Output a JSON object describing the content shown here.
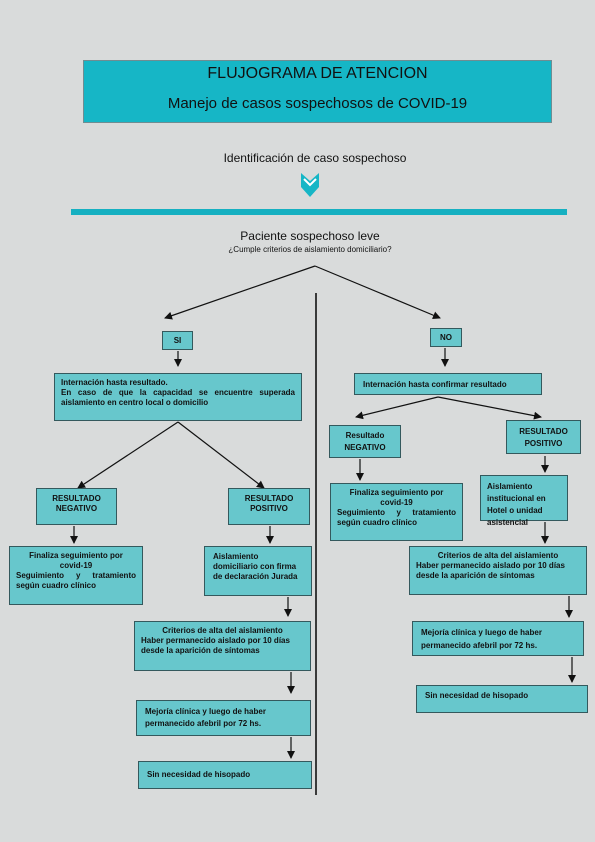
{
  "header": {
    "title": "FLUJOGRAMA DE ATENCION",
    "subtitle": "Manejo de casos sospechosos de COVID-19"
  },
  "identification": "Identificación de caso sospechoso",
  "question": {
    "title": "Paciente sospechoso leve",
    "subtitle": "¿Cumple criterios de aislamiento domiciliario?"
  },
  "left": {
    "label": "SI",
    "internacion": {
      "line1": "Internación hasta resultado.",
      "line2": "En caso de que la capacidad se encuentre superada aislamiento en centro local o domicilio"
    },
    "negativo": {
      "line1": "RESULTADO",
      "line2": "NEGATIVO"
    },
    "positivo": {
      "line1": "RESULTADO",
      "line2": "POSITIVO"
    },
    "finaliza": {
      "line1": "Finaliza seguimiento por",
      "line2": "covid-19",
      "line3": "Seguimiento y tratamiento según cuadro clínico"
    },
    "aislamiento": "Aislamiento domiciliario con firma de declaración Jurada",
    "criterios": {
      "title": "Criterios de alta del aislamiento",
      "text": "Haber permanecido aislado por 10 días desde la aparición de síntomas"
    },
    "mejoria": "Mejoría clínica y luego de haber permanecido afebril por 72 hs.",
    "hisopado": "Sin necesidad de hisopado"
  },
  "right": {
    "label": "NO",
    "internacion": "Internación hasta confirmar resultado",
    "negativo": {
      "line1": "Resultado",
      "line2": "NEGATIVO"
    },
    "positivo": {
      "line1": "RESULTADO",
      "line2": "POSITIVO"
    },
    "finaliza": {
      "line1": "Finaliza seguimiento por",
      "line2": "covid-19",
      "line3": "Seguimiento y tratamiento según cuadro clínico"
    },
    "aislamiento": "Aislamiento institucional en Hotel o unidad asistencial",
    "criterios": {
      "title": "Criterios de alta del aislamiento",
      "text": "Haber permanecido aislado por 10 días desde la aparición de síntomas"
    },
    "mejoria": "Mejoría clínica y luego de haber permanecido afebril por 72 hs.",
    "hisopado": "Sin necesidad de hisopado"
  },
  "colors": {
    "accent": "#16b6c6",
    "box": "#67c7cc",
    "background": "#d9dbdb"
  }
}
